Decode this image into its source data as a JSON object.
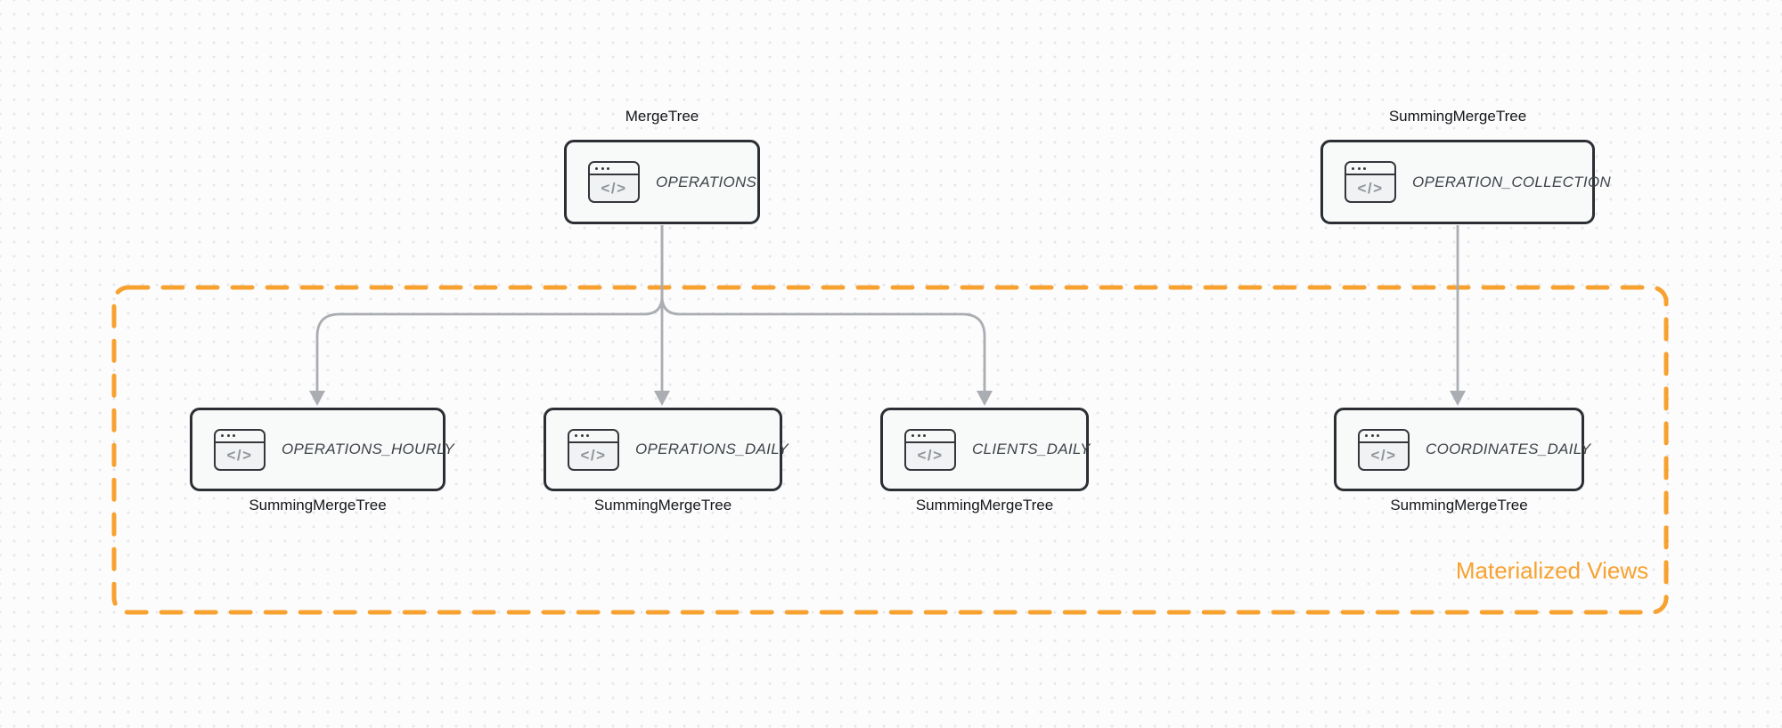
{
  "diagram": {
    "group_label": "Materialized Views",
    "icon_glyph": "</>",
    "nodes": [
      {
        "id": "operations",
        "label": "OPERATIONS",
        "engine": "MergeTree"
      },
      {
        "id": "operation_collection",
        "label": "OPERATION_COLLECTION",
        "engine": "SummingMergeTree"
      },
      {
        "id": "operations_hourly",
        "label": "OPERATIONS_HOURLY",
        "engine": "SummingMergeTree"
      },
      {
        "id": "operations_daily",
        "label": "OPERATIONS_DAILY",
        "engine": "SummingMergeTree"
      },
      {
        "id": "clients_daily",
        "label": "CLIENTS_DAILY",
        "engine": "SummingMergeTree"
      },
      {
        "id": "coordinates_daily",
        "label": "COORDINATES_DAILY",
        "engine": "SummingMergeTree"
      }
    ],
    "edges": [
      {
        "from": "OPERATIONS",
        "to": "OPERATIONS_HOURLY"
      },
      {
        "from": "OPERATIONS",
        "to": "OPERATIONS_DAILY"
      },
      {
        "from": "OPERATIONS",
        "to": "CLIENTS_DAILY"
      },
      {
        "from": "OPERATION_COLLECTION",
        "to": "COORDINATES_DAILY"
      }
    ],
    "colors": {
      "accent_orange": "#f7a230",
      "node_border": "#2b2e33",
      "node_fill": "#f8f9f9",
      "edge_gray": "#aaadb2",
      "node_text": "#3f444a",
      "engine_text": "#131519",
      "canvas_bg": "#fcfcfd",
      "grid_dot": "#e7e7ea"
    }
  }
}
